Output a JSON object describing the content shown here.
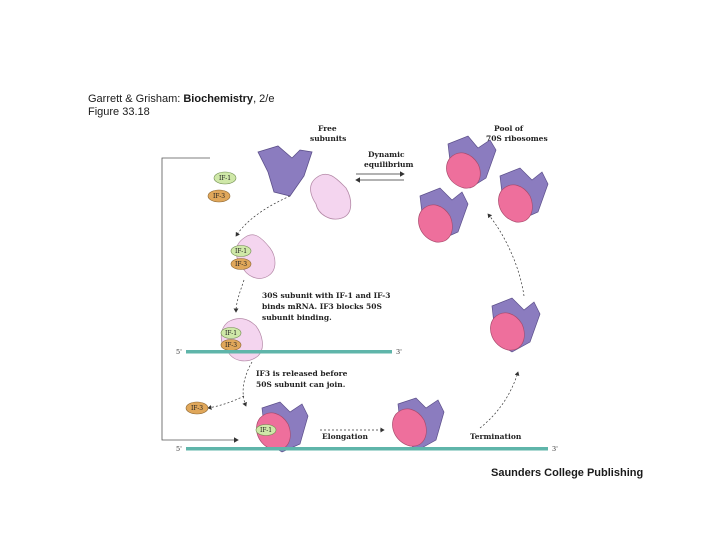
{
  "header": {
    "line1_authors": "Garrett & Grisham: ",
    "line1_title": "Biochemistry",
    "line1_edition": ", 2/e",
    "line2": "Figure 33.18"
  },
  "footer": {
    "publisher": "Saunders College Publishing"
  },
  "labels": {
    "free_subunits_1": "Free",
    "free_subunits_2": "subunits",
    "pool_1": "Pool of",
    "pool_2": "70S ribosomes",
    "dynamic_1": "Dynamic",
    "dynamic_2": "equilibrium",
    "s30_1": "30S subunit with IF-1 and IF-3",
    "s30_2": "binds mRNA. IF3 blocks 50S",
    "s30_3": "subunit binding.",
    "if3_released_1": "IF3 is released before",
    "if3_released_2": "50S subunit can join.",
    "elongation": "Elongation",
    "termination": "Termination"
  },
  "factors": {
    "if1": "IF-1",
    "if3": "IF-3"
  },
  "mrna_ends": {
    "five_prime": "5'",
    "three_prime": "3'"
  },
  "colors": {
    "large_subunit": "#8b7cbf",
    "small_subunit_free": "#f4d5ef",
    "small_subunit_bound": "#ee6f9c",
    "mrna": "#5fb5aa",
    "if1": "#cfe8a8",
    "if3": "#e0a75a"
  }
}
